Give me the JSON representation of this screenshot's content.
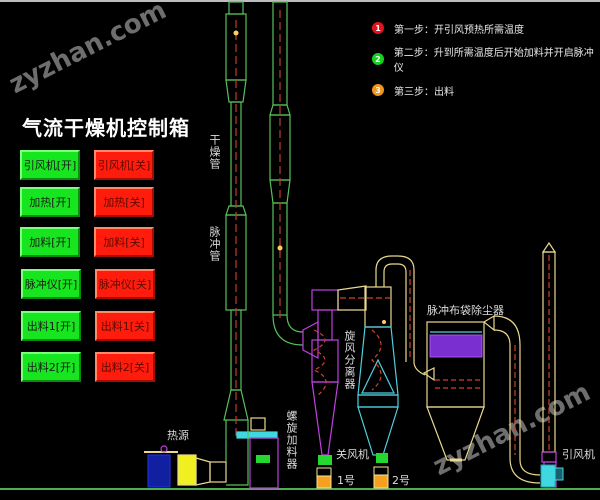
{
  "panel": {
    "title": "气流干燥机控制箱",
    "buttons": [
      {
        "on_label": "引风机[开]",
        "off_label": "引风机[关]"
      },
      {
        "on_label": "加热[开]",
        "off_label": "加热[关]"
      },
      {
        "on_label": "加料[开]",
        "off_label": "加料[关]"
      },
      {
        "on_label": "脉冲仪[开]",
        "off_label": "脉冲仪[关]"
      },
      {
        "on_label": "出料1[开]",
        "off_label": "出料1[关]"
      },
      {
        "on_label": "出料2[开]",
        "off_label": "出料2[关]"
      }
    ],
    "on_color": "#17e51f",
    "off_color": "#ff1c0c"
  },
  "steps": [
    {
      "number": "1",
      "text": "第一步：开引风预热所需温度",
      "color": "#e0141c"
    },
    {
      "number": "2",
      "text": "第二步：升到所需温度后开始加料并开启脉冲仪",
      "color": "#14d21e"
    },
    {
      "number": "3",
      "text": "第三步：出料",
      "color": "#f0961e"
    }
  ],
  "diagram": {
    "labels": {
      "drying_pipe": "干燥管",
      "pulse_pipe": "脉冲管",
      "heat_source": "热源",
      "screw_feeder": "螺旋加料器",
      "cyclone_separator": "旋风分离器",
      "airlock": "关风机",
      "outlet_1": "1号",
      "outlet_2": "2号",
      "bag_filter": "脉冲布袋除尘器",
      "induced_fan": "引风机"
    }
  },
  "watermarks": [
    "zyzhan.com",
    "zyzhan.com"
  ]
}
